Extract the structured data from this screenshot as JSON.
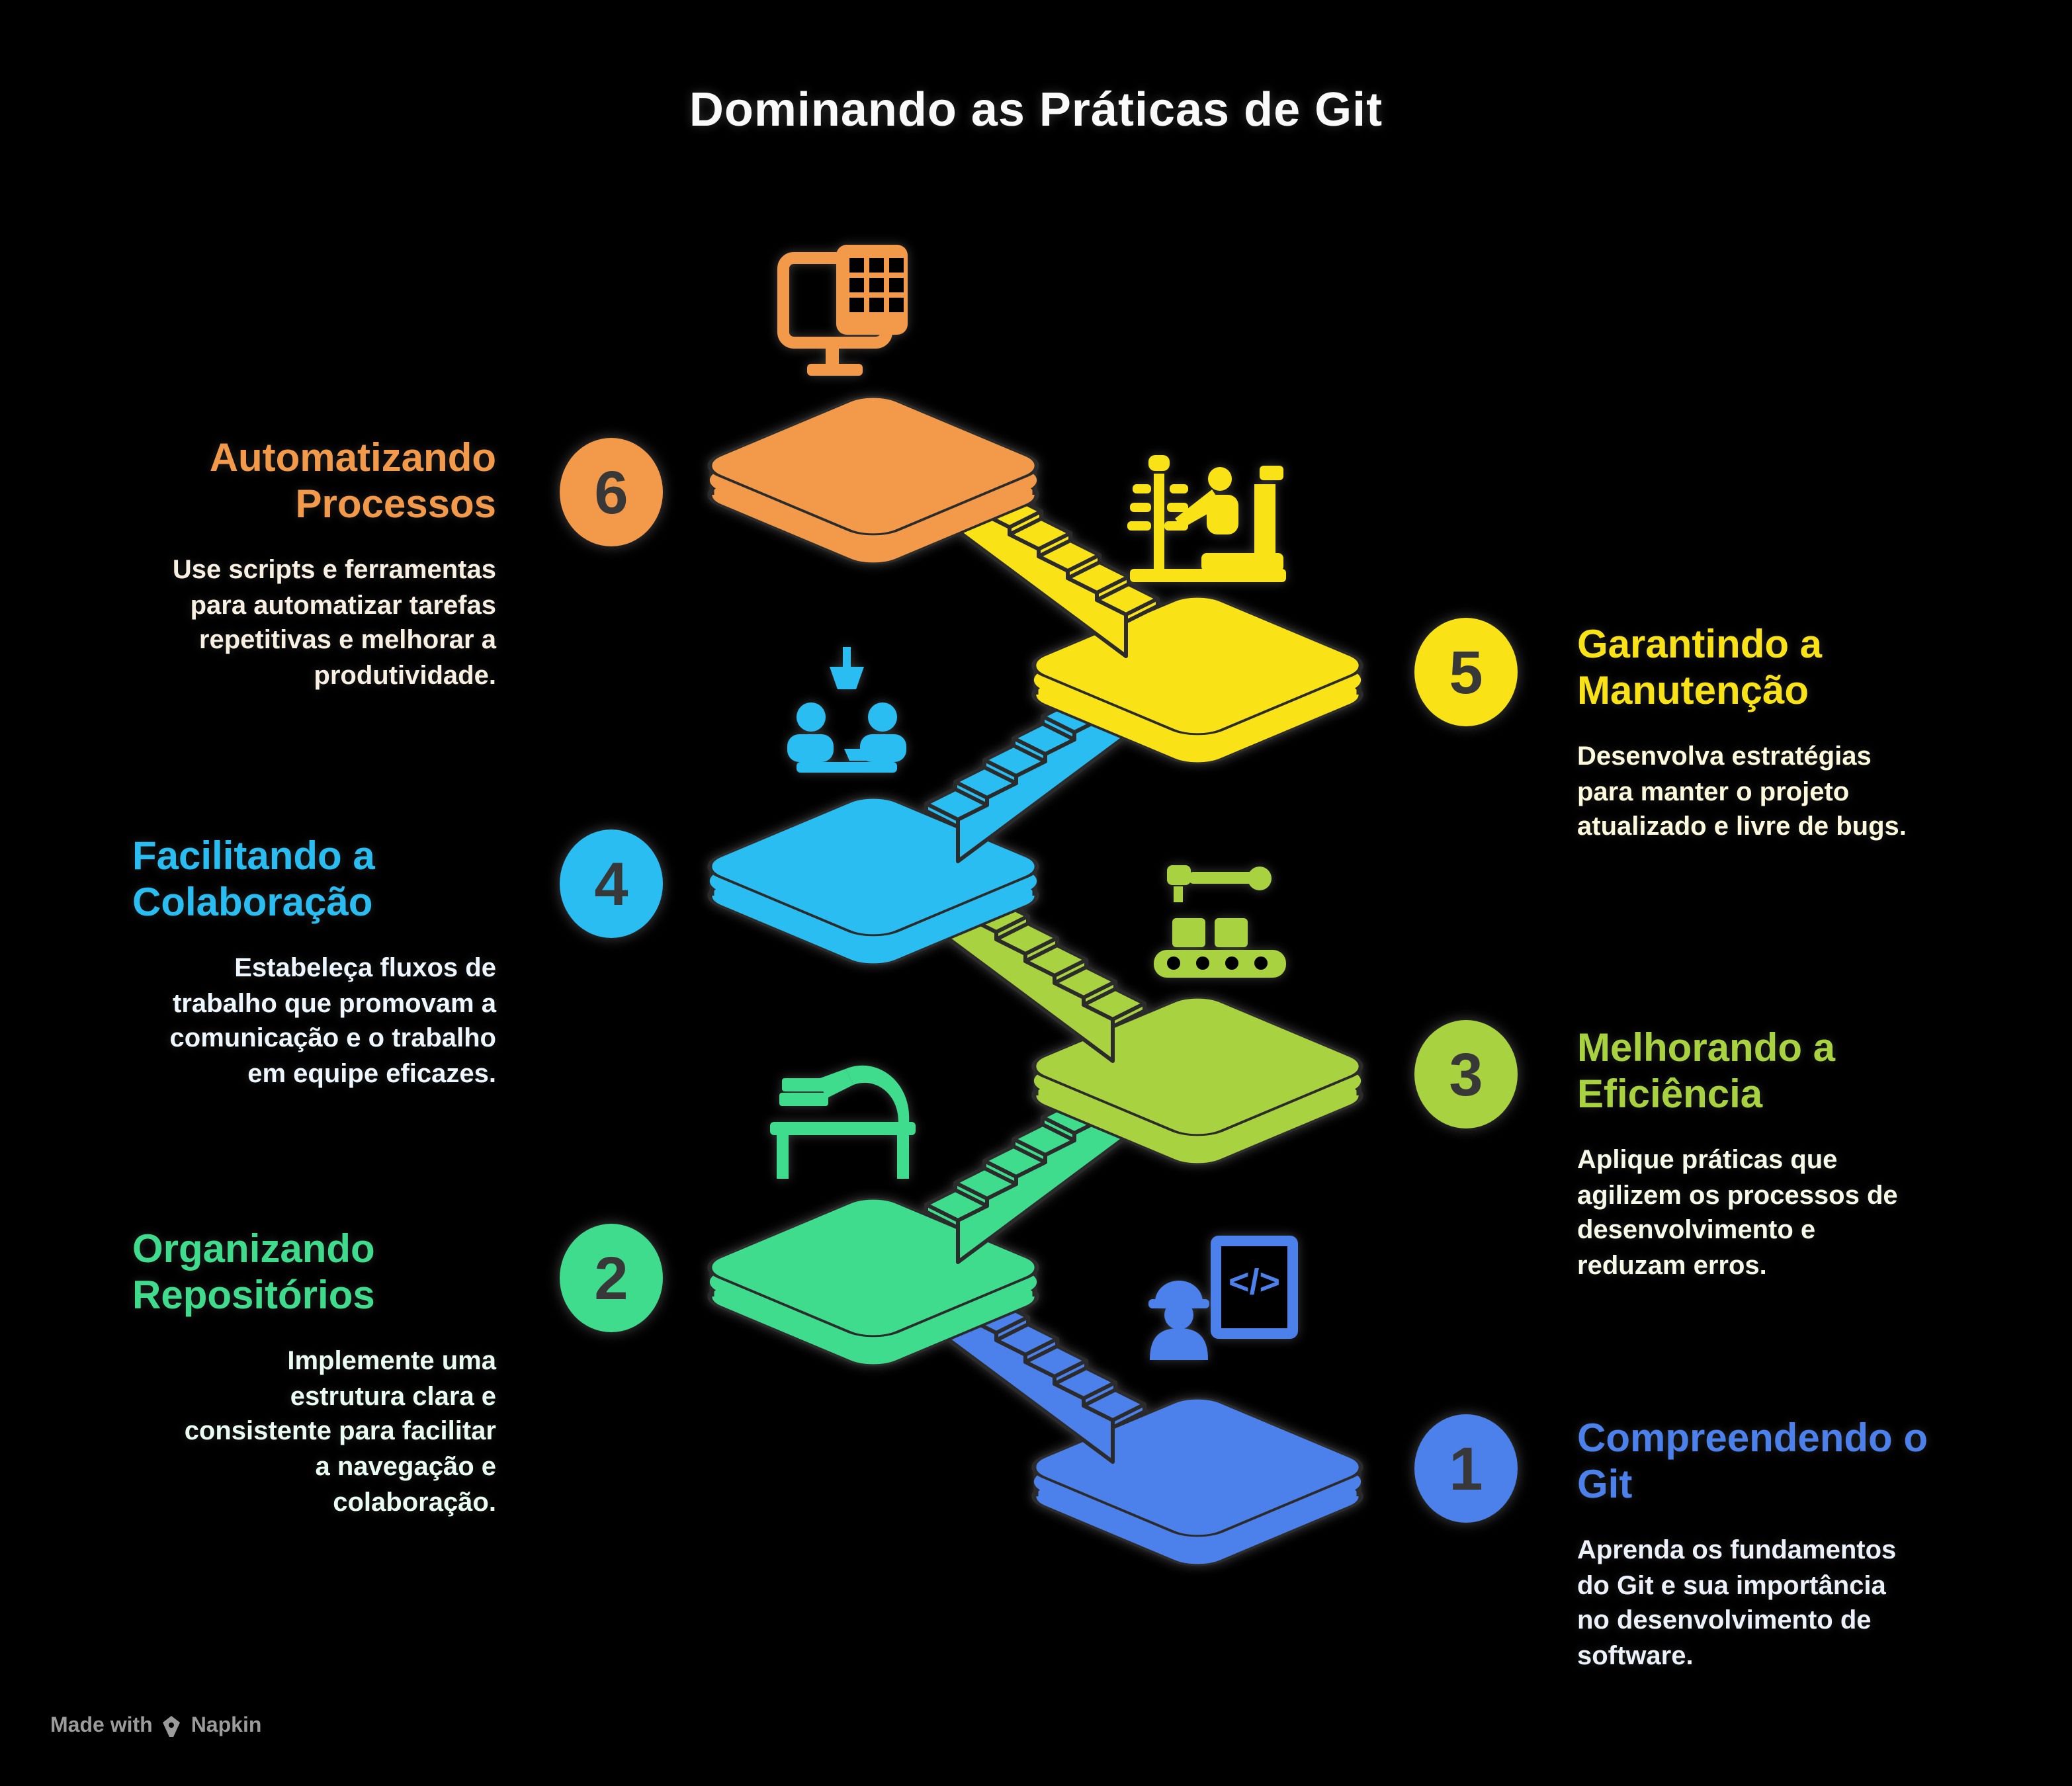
{
  "title": "Dominando as Práticas de Git",
  "background_color": "#000000",
  "outline_color": "#2b2b2b",
  "footer": {
    "made_with": "Made with",
    "brand": "Napkin",
    "logo_icon": "napkin-pen-icon"
  },
  "steps": [
    {
      "number": "1",
      "title": "Compreendendo o\nGit",
      "description": "Aprenda os fundamentos\ndo Git e sua importância\nno desenvolvimento de\nsoftware.",
      "color": "#4C80EA",
      "icon": "engineer-with-code-icon",
      "icon_code_glyph": "</>",
      "side": "right"
    },
    {
      "number": "2",
      "title": "Organizando\nRepositórios",
      "description": "Implemente uma\nestrutura clara e\nconsistente para facilitar\na navegação e\ncolaboração.",
      "color": "#3EDC8C",
      "icon": "organized-desk-icon",
      "side": "left"
    },
    {
      "number": "3",
      "title": "Melhorando a\nEficiência",
      "description": "Aplique práticas que\nagilizem os processos de\ndesenvolvimento e\nreduzam erros.",
      "color": "#A8D23F",
      "icon": "assembly-line-icon",
      "side": "right"
    },
    {
      "number": "4",
      "title": "Facilitando a\nColaboração",
      "description": "Estabeleça fluxos de\ntrabalho que promovam a\ncomunicação e o trabalho\nem equipe eficazes.",
      "color": "#29BDF2",
      "icon": "team-meeting-icon",
      "side": "left"
    },
    {
      "number": "5",
      "title": "Garantindo a\nManutenção",
      "description": "Desenvolva estratégias\npara manter o projeto\natualizado e livre de bugs.",
      "color": "#F9E216",
      "icon": "maintenance-garden-icon",
      "side": "right"
    },
    {
      "number": "6",
      "title": "Automatizando\nProcessos",
      "description": "Use scripts e ferramentas\npara automatizar tarefas\nrepetitivas e melhorar a\nprodutividade.",
      "color": "#F2994A",
      "icon": "automation-monitor-icon",
      "side": "left"
    }
  ]
}
